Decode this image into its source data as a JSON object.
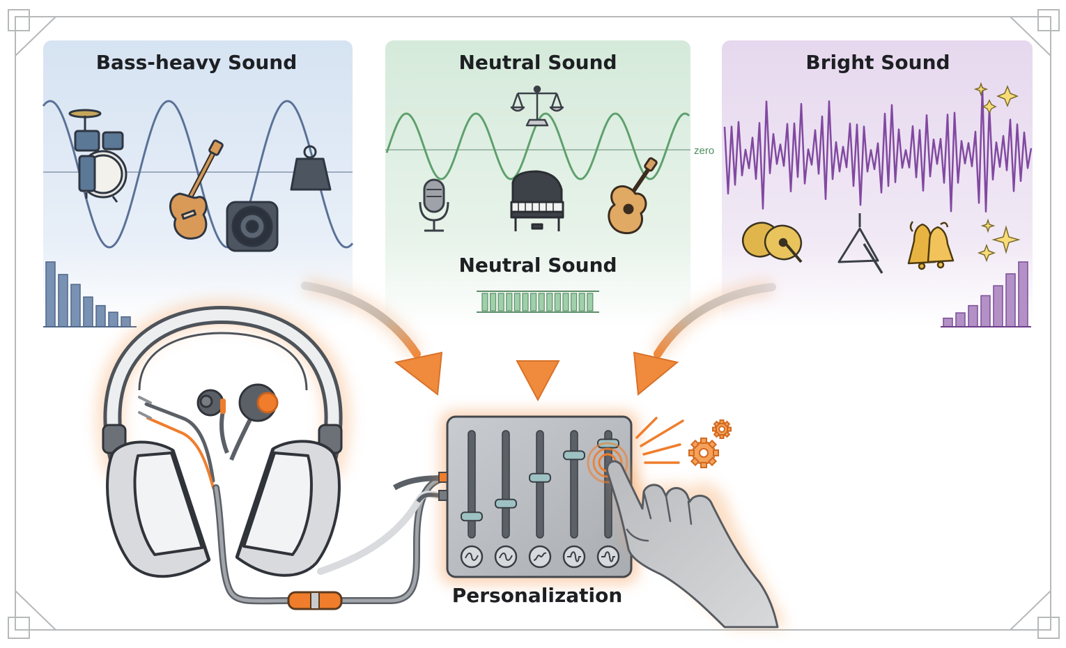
{
  "panels": {
    "bass": {
      "title": "Bass-heavy Sound",
      "bars": [
        0.98,
        0.79,
        0.64,
        0.45,
        0.32,
        0.22,
        0.15
      ]
    },
    "neutral": {
      "title": "Neutral Sound",
      "zero_label": "zero",
      "subtitle": "Neutral Sound"
    },
    "bright": {
      "title": "Bright Sound",
      "bars": [
        0.13,
        0.21,
        0.32,
        0.47,
        0.62,
        0.8,
        0.98
      ]
    }
  },
  "mixer": {
    "label": "Personalization",
    "fader_levels": [
      0.2,
      0.32,
      0.56,
      0.77,
      0.88
    ],
    "knob_icons": [
      "wave-icon",
      "wave-icon",
      "curve-icon",
      "sine-icon",
      "sine-icon"
    ]
  },
  "colors": {
    "bass_bg": "#dce7f3",
    "bass_wave": "#5a7197",
    "neutral_bg": "#dcecdd",
    "neutral_wave": "#5fa06d",
    "bright_bg": "#ebdff1",
    "bright_wave": "#8148a0",
    "accent": "#ef7d2c",
    "device": "#b9bcc1"
  }
}
